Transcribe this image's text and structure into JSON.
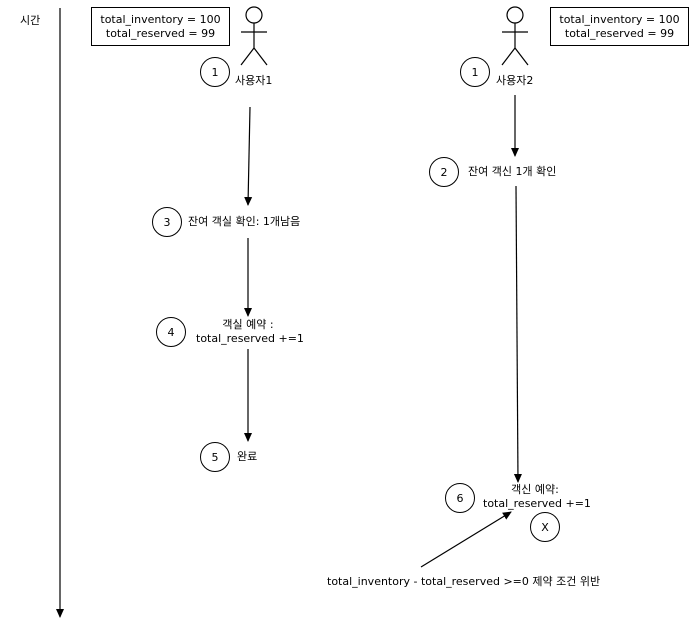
{
  "axis": {
    "time_label": "시간"
  },
  "user1": {
    "name": "사용자1",
    "state_line1": "total_inventory = 100",
    "state_line2": "total_reserved = 99"
  },
  "user2": {
    "name": "사용자2",
    "state_line1": "total_inventory = 100",
    "state_line2": "total_reserved = 99"
  },
  "steps": {
    "s1a": "1",
    "s1b": "1",
    "s2": {
      "num": "2",
      "label": "잔여 객신 1개 확인"
    },
    "s3": {
      "num": "3",
      "label": "잔여 객실 확인: 1개남음"
    },
    "s4": {
      "num": "4",
      "label_line1": "객실 예약 :",
      "label_line2": "total_reserved +=1"
    },
    "s5": {
      "num": "5",
      "label": "완료"
    },
    "s6": {
      "num": "6",
      "label_line1": "객신 예약:",
      "label_line2": "total_reserved +=1"
    },
    "x_mark": "X"
  },
  "note": "total_inventory - total_reserved >=0 제약 조건 위반"
}
